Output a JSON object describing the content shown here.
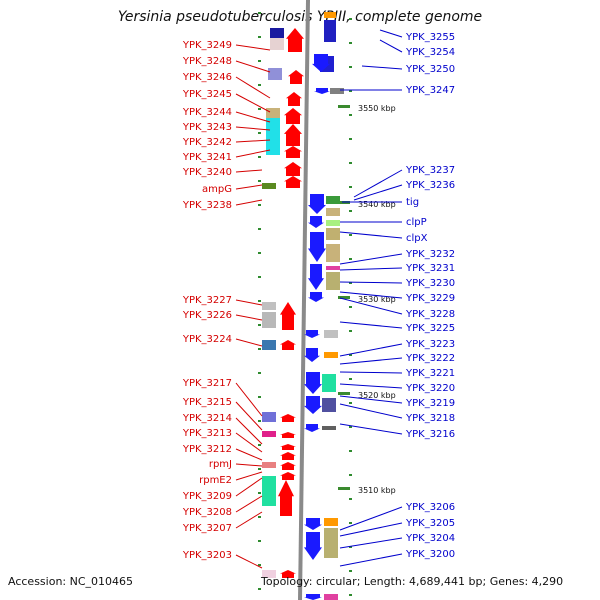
{
  "title": "Yersinia pseudotuberculosis YPIII, complete genome",
  "accession": "Accession: NC_010465",
  "topology": "Topology: circular; Length: 4,689,441 bp; Genes: 4,290",
  "colors": {
    "left_labels": "#d40000",
    "right_labels": "#0000cc",
    "backbone": "#8a8a8a"
  },
  "scale_labels": [
    {
      "text": "3550 kbp",
      "kbp": 3550
    },
    {
      "text": "3540 kbp",
      "kbp": 3540
    },
    {
      "text": "3530 kbp",
      "kbp": 3530
    },
    {
      "text": "3520 kbp",
      "kbp": 3520
    },
    {
      "text": "3510 kbp",
      "kbp": 3510
    }
  ],
  "left_labels": [
    "YPK_3249",
    "YPK_3248",
    "YPK_3246",
    "YPK_3245",
    "YPK_3244",
    "YPK_3243",
    "YPK_3242",
    "YPK_3241",
    "YPK_3240",
    "ampG",
    "YPK_3238",
    "YPK_3227",
    "YPK_3226",
    "YPK_3224",
    "YPK_3217",
    "YPK_3215",
    "YPK_3214",
    "YPK_3213",
    "YPK_3212",
    "rpmJ",
    "rpmE2",
    "YPK_3209",
    "YPK_3208",
    "YPK_3207",
    "YPK_3203"
  ],
  "right_labels": [
    "YPK_3255",
    "YPK_3254",
    "YPK_3250",
    "YPK_3247",
    "YPK_3237",
    "YPK_3236",
    "tig",
    "clpP",
    "clpX",
    "YPK_3232",
    "YPK_3231",
    "YPK_3230",
    "YPK_3229",
    "YPK_3228",
    "YPK_3225",
    "YPK_3223",
    "YPK_3222",
    "YPK_3221",
    "YPK_3220",
    "YPK_3219",
    "YPK_3218",
    "YPK_3216",
    "YPK_3206",
    "YPK_3205",
    "YPK_3204",
    "YPK_3200"
  ]
}
